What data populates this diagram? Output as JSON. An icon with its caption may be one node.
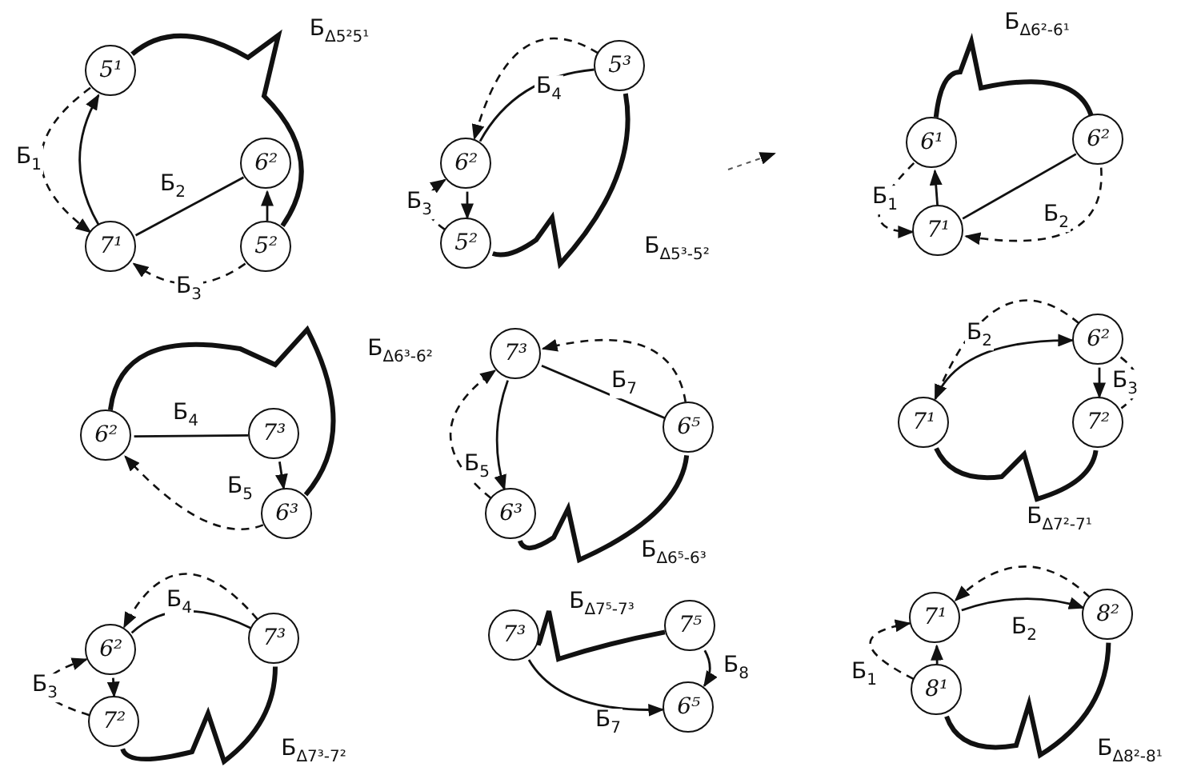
{
  "diagram": {
    "nodes": [
      {
        "text": [
          "5¹"
        ]
      },
      {
        "text": [
          "6²"
        ]
      },
      {
        "text": [
          "7¹"
        ]
      },
      {
        "text": [
          "5²"
        ]
      },
      {
        "text": [
          "5³"
        ]
      },
      {
        "text": [
          "6²"
        ]
      },
      {
        "text": [
          "5²"
        ]
      },
      {
        "text": [
          "6¹"
        ]
      },
      {
        "text": [
          "6²"
        ]
      },
      {
        "text": [
          "7¹"
        ]
      },
      {
        "text": [
          "6²"
        ]
      },
      {
        "text": [
          "7³"
        ]
      },
      {
        "text": [
          "6³"
        ]
      },
      {
        "text": [
          "7³"
        ]
      },
      {
        "text": [
          "6⁵"
        ]
      },
      {
        "text": [
          "6³"
        ]
      },
      {
        "text": [
          "6²"
        ]
      },
      {
        "text": [
          "7¹"
        ]
      },
      {
        "text": [
          "7²"
        ]
      },
      {
        "text": [
          "6²"
        ]
      },
      {
        "text": [
          "7³"
        ]
      },
      {
        "text": [
          "7²"
        ]
      },
      {
        "text": [
          "7³"
        ]
      },
      {
        "text": [
          "7⁵"
        ]
      },
      {
        "text": [
          "6⁵"
        ]
      },
      {
        "text": [
          "7¹"
        ]
      },
      {
        "text": [
          "8²"
        ]
      },
      {
        "text": [
          "8¹"
        ]
      }
    ],
    "edges": [
      {
        "from": 0,
        "to": 3,
        "arrow": "none",
        "style": "thick",
        "label": "Б$_{Δ5²5¹}$"
      },
      {
        "from": 2,
        "to": 0,
        "arrow": "to"
      },
      {
        "from": 0,
        "to": 2,
        "arrow": "to",
        "style": "dashed",
        "label": "Б$_{1}$"
      },
      {
        "from": 2,
        "to": 1,
        "arrow": "none",
        "label": "Б$_{2}$"
      },
      {
        "from": 3,
        "to": 1,
        "arrow": "to"
      },
      {
        "from": 3,
        "to": 2,
        "arrow": "to",
        "style": "dashed",
        "label": "Б$_{3}$"
      },
      {
        "from": 4,
        "to": 5,
        "arrow": "to",
        "style": "dashed"
      },
      {
        "from": 5,
        "to": 4,
        "arrow": "none",
        "label": "Б$_{4}$"
      },
      {
        "from": 6,
        "to": 4,
        "arrow": "none",
        "style": "thick",
        "label": "Б$_{Δ5³-5²}$"
      },
      {
        "from": 5,
        "to": 6,
        "arrow": "to"
      },
      {
        "from": 6,
        "to": 5,
        "arrow": "to",
        "style": "dashed",
        "label": "Б$_{3}$"
      },
      {
        "from": 7,
        "to": 8,
        "arrow": "none",
        "style": "thick",
        "label": "Б$_{Δ6²-6¹}$"
      },
      {
        "from": 9,
        "to": 7,
        "arrow": "to"
      },
      {
        "from": 9,
        "to": 8,
        "arrow": "none"
      },
      {
        "from": 7,
        "to": 9,
        "arrow": "to",
        "style": "dashed",
        "label": "Б$_{1}$"
      },
      {
        "from": 8,
        "to": 9,
        "arrow": "to",
        "style": "dashed",
        "label": "Б$_{2}$"
      },
      {
        "from": 10,
        "to": 12,
        "arrow": "none",
        "style": "thick",
        "label": "Б$_{Δ6³-6²}$"
      },
      {
        "from": 10,
        "to": 11,
        "arrow": "none",
        "label": "Б$_{4}$"
      },
      {
        "from": 11,
        "to": 12,
        "arrow": "to"
      },
      {
        "from": 12,
        "to": 10,
        "arrow": "to",
        "style": "dashed",
        "label": "Б$_{5}$"
      },
      {
        "from": 13,
        "to": 14,
        "arrow": "none",
        "label": "Б$_{7}$"
      },
      {
        "from": 14,
        "to": 13,
        "arrow": "to",
        "style": "dashed"
      },
      {
        "from": 13,
        "to": 15,
        "arrow": "to",
        "label": "Б$_{5}$"
      },
      {
        "from": 15,
        "to": 13,
        "arrow": "to",
        "style": "dashed"
      },
      {
        "from": 15,
        "to": 14,
        "arrow": "none",
        "style": "thick",
        "label": "Б$_{Δ6⁵-6³}$"
      },
      {
        "from": 17,
        "to": 16,
        "arrow": "to",
        "label": "Б$_{2}$"
      },
      {
        "from": 16,
        "to": 17,
        "arrow": "to",
        "style": "dashed"
      },
      {
        "from": 16,
        "to": 18,
        "arrow": "to",
        "label": "Б$_{3}$"
      },
      {
        "from": 16,
        "to": 18,
        "arrow": "none",
        "style": "dashed"
      },
      {
        "from": 17,
        "to": 18,
        "arrow": "none",
        "style": "thick",
        "label": "Б$_{Δ7²-7¹}$"
      },
      {
        "from": 19,
        "to": 20,
        "arrow": "none",
        "label": "Б$_{4}$"
      },
      {
        "from": 20,
        "to": 19,
        "arrow": "to",
        "style": "dashed"
      },
      {
        "from": 19,
        "to": 21,
        "arrow": "to"
      },
      {
        "from": 21,
        "to": 19,
        "arrow": "to",
        "style": "dashed",
        "label": "Б$_{3}$"
      },
      {
        "from": 21,
        "to": 20,
        "arrow": "none",
        "style": "thick",
        "label": "Б$_{Δ7³-7²}$"
      },
      {
        "from": 22,
        "to": 23,
        "arrow": "none",
        "style": "thick",
        "label": "Б$_{Δ7⁵-7³}$"
      },
      {
        "from": 23,
        "to": 24,
        "arrow": "to",
        "label": "Б$_{8}$"
      },
      {
        "from": 22,
        "to": 24,
        "arrow": "to",
        "label": "Б$_{7}$"
      },
      {
        "from": 25,
        "to": 26,
        "arrow": "to",
        "label": "Б$_{2}$"
      },
      {
        "from": 26,
        "to": 25,
        "arrow": "to",
        "style": "dashed"
      },
      {
        "from": 27,
        "to": 25,
        "arrow": "to"
      },
      {
        "from": 27,
        "to": 25,
        "arrow": "to",
        "style": "dashed",
        "label": "Б$_{1}$"
      },
      {
        "from": 27,
        "to": 26,
        "arrow": "none",
        "style": "thick",
        "label": "Б$_{Δ8²-8¹}$"
      }
    ]
  }
}
